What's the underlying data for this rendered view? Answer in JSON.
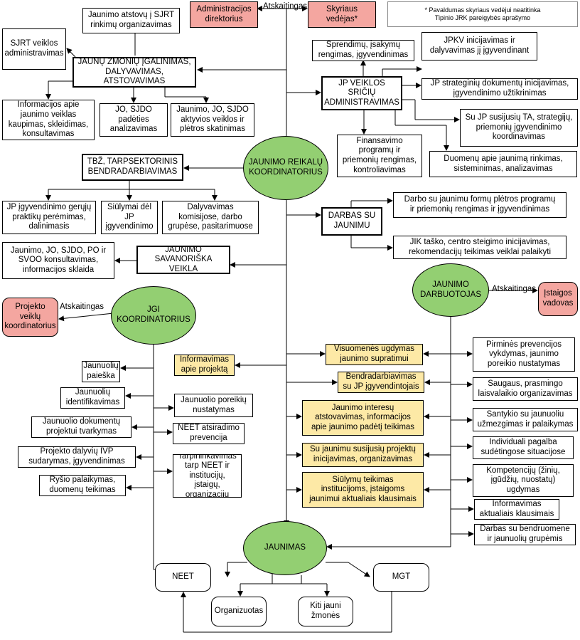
{
  "ovals": {
    "koordinatorius": "JAUNIMO REIKALŲ\nKOORDINATORIUS",
    "jgi": "JGI\nKOORDINATORIUS",
    "darbuotojas": "JAUNIMO\nDARBUOTOJAS",
    "jaunimas": "JAUNIMAS"
  },
  "reporting": {
    "admin_dir": "Administracijos\ndirektorius",
    "skyriaus_vedejas": "Skyriaus\nvedėjas*",
    "footnote": "* Pavaldumas skyriaus vedėjui neatitinka\nTipinio JRK pareigybės aprašymo",
    "projekto_koordinatorius": "Projekto\nveiklų\nkoordinatorius",
    "istaigos_vadovas": "Įstaigos\nvadovas",
    "label_top": "Atskaitingas",
    "label_jgi": "Atskaitingas",
    "label_darbuotojas": "Atskaitingas"
  },
  "empowerment": {
    "main": "JAUNŲ ŽMONIŲ ĮGALINIMAS,\nDALYVAVIMAS, ATSTOVAVIMAS",
    "items": [
      "Jaunimo atstovų į SJRT\nrinkimų organizavimas",
      "SJRT veiklos\nadministravimas",
      "Informacijos apie\njaunimo veiklas\nkaupimas, skleidimas,\nkonsultavimas",
      "JO, SJDO\npadėties\nanalizavimas",
      "Jaunimo, JO, SJDO\naktyvios veiklos ir\nplėtros skatinimas"
    ]
  },
  "policy": {
    "main": "JP VEIKLOS\nSRIČIŲ\nADMINISTRAVIMAS",
    "items": [
      "Sprendimų, įsakymų\nrengimas, įgyvendinimas",
      "JPKV inicijavimas ir\ndalyvavimas jį įgyvendinant",
      "JP strateginių dokumentų inicijavimas,\nįgyvendinimo užtikrinimas",
      "Su JP susijusių TA, strategijų,\npriemonių įgyvendinimo\nkoordinavimas",
      "Finansavimo\nprogramų ir\npriemonių rengimas,\nkontroliavimas",
      "Duomenų apie jaunimą rinkimas,\nsisteminimas, analizavimas"
    ]
  },
  "cooperation": {
    "main": "TBŽ, TARPSEKTORINIS\nBENDRADARBIAVIMAS",
    "items": [
      "JP įgyvendinimo gerųjų\npraktikų perėmimas,\ndalinimasis",
      "Siūlymai dėl\nJP\nįgyvendinimo",
      "Dalyvavimas\nkomisijose, darbo\ngrupėse, pasitarimuose"
    ]
  },
  "youthwork": {
    "main": "DARBAS SU\nJAUNIMU",
    "items": [
      "Darbo su jaunimu formų plėtros programų\nir priemonių rengimas ir įgyvendinimas",
      "JIK taško, centro steigimo inicijavimas,\nrekomendacijų teikimas veiklai palaikyti"
    ]
  },
  "volunteer": {
    "main": "JAUNIMO\nSAVANORIŠKA VEIKLA",
    "item": "Jaunimo, JO, SJDO, PO ir\nSVOO konsultavimas,\ninformacijos sklaida"
  },
  "jgi_tasks": {
    "informing": "Informavimas\napie projektą",
    "left": [
      "Jaunuolių\npaieška",
      "Jaunuolių\nidentifikavimas",
      "Jaunuolio dokumentų\nprojektui tvarkymas",
      "Projekto dalyvių IVP\nsudarymas, įgyvendinimas",
      "Ryšio palaikymas,\nduomenų teikimas"
    ],
    "right": [
      "Jaunuolio poreikių\nnustatymas",
      "NEET atsiradimo\nprevencija",
      "Tarpininkavimas\ntarp NEET ir\ninstitucijų, įstaigų,\norganizacijų"
    ]
  },
  "shared_tasks": [
    "Visuomenės ugdymas\njaunimo supratimui",
    "Bendradarbiavimas\nsu JP įgyvendintojais",
    "Jaunimo interesų\natstovavimas, informacijos\napie jaunimo padėtį teikimas",
    "Su jaunimu susijusių projektų\ninicijavimas, organizavimas",
    "Siūlymų teikimas\ninstitucijoms, įstaigoms\njaunimui aktualiais klausimais"
  ],
  "darbuotojas_tasks": [
    "Pirminės prevencijos\nvykdymas, jaunimo\nporeikio nustatymas",
    "Saugaus, prasmingo\nlaisvalaikio organizavimas",
    "Santykio su jaunuoliu\nužmezgimas ir palaikymas",
    "Individuali pagalba\nsudėtingose situacijose",
    "Kompetencijų (žinių,\nįgūdžių, nuostatų)\nugdymas",
    "Informavimas\naktualiais klausimais",
    "Darbas su bendruomene\nir jaunuolių grupėmis"
  ],
  "youth_groups": {
    "neet": "NEET",
    "mgt": "MGT",
    "organizuotas": "Organizuotas",
    "kiti": "Kiti jauni\nžmonės"
  }
}
